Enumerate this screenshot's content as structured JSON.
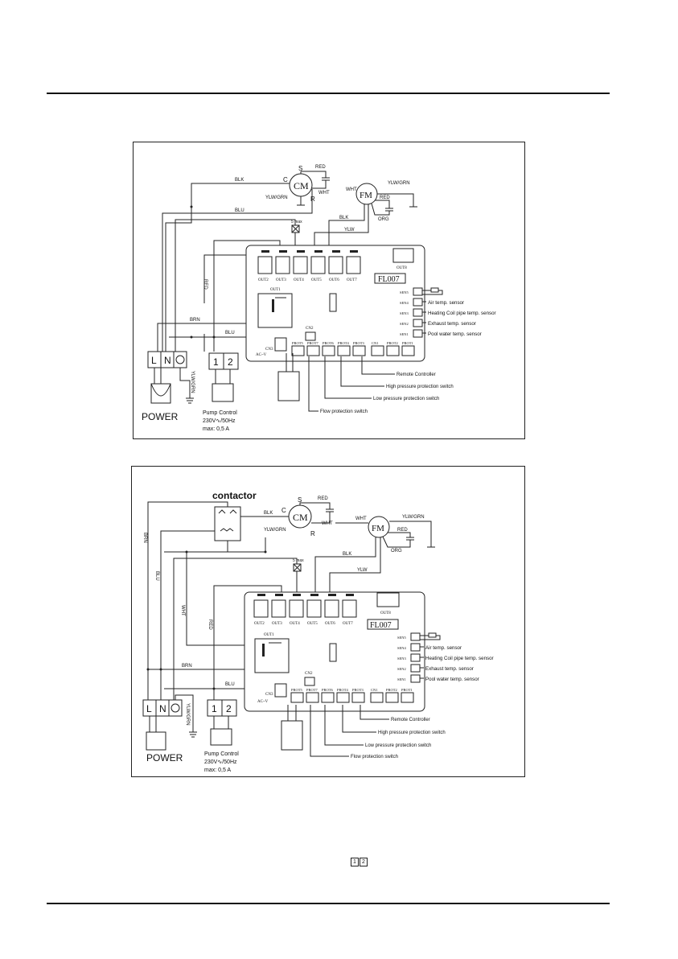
{
  "labels": {
    "blk": "BLK",
    "blu": "BLU",
    "red": "RED",
    "wht": "WHT",
    "ylw": "YLW",
    "brn": "BRN",
    "orn": "ORG",
    "ylwgrn": "YLW/GRN",
    "cm": "CM",
    "fm": "FM",
    "s": "S",
    "c": "C",
    "r": "R",
    "smax": "5 max",
    "board": "FL007",
    "outs": [
      "OUT2",
      "OUT3",
      "OUT4",
      "OUT5",
      "OUT6",
      "OUT7"
    ],
    "out8": "OUT8",
    "out1": "OUT1",
    "sens": [
      "SEN5",
      "SEN4",
      "SEN3",
      "SEN2",
      "SEN1"
    ],
    "sensor_desc": [
      "Air temp. sensor",
      "Heating Coil pipe temp. sensor",
      "Exhaust temp. sensor",
      "Pool water temp. sensor"
    ],
    "prots": [
      "PROT5",
      "PROT7",
      "PROT6",
      "PROT4",
      "PROT3"
    ],
    "cn1": "CN1",
    "cn2": "CN2",
    "cn3": "CN3",
    "prot2": "PROT2",
    "prot1": "PROT1",
    "acv": "AC~V",
    "remote": "Remote Controller",
    "hp": "High pressure protection switch",
    "lp": "Low pressure protection switch",
    "flow": "Flow protection switch",
    "term_l": "L",
    "term_n": "N",
    "earth": "⏚",
    "term_1": "1",
    "term_2": "2",
    "power": "POWER",
    "pump1": "Pump Control",
    "pump2": "230V∿/50Hz",
    "pump3": "max: 0,5 A",
    "contactor": "contactor"
  },
  "legend": [
    "1",
    "2"
  ]
}
